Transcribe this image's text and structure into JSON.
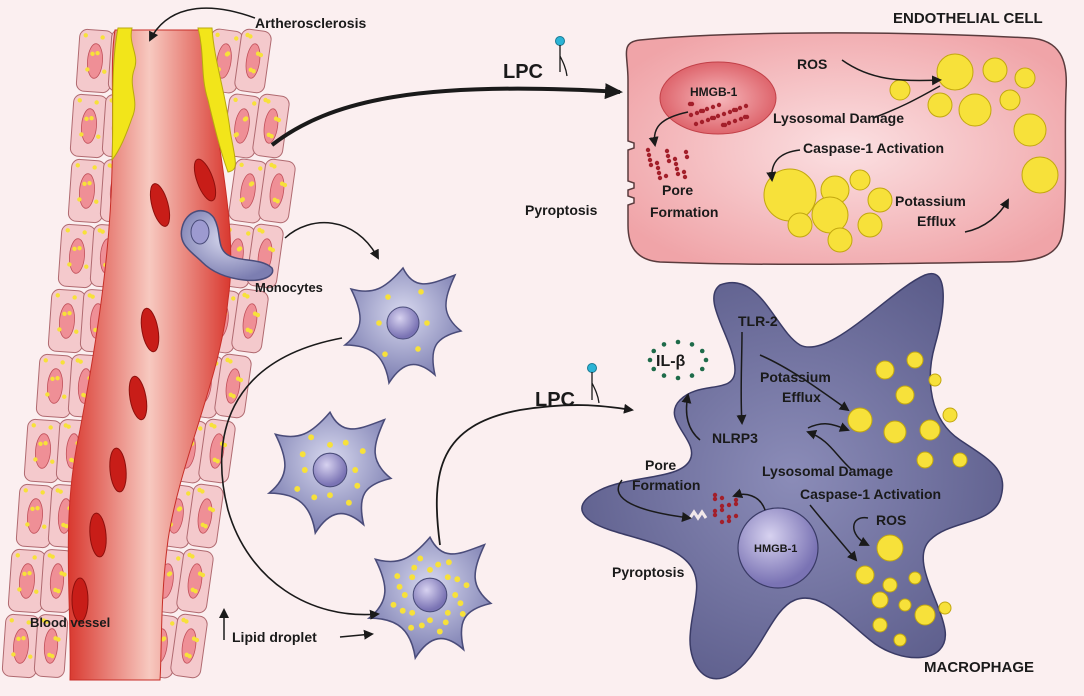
{
  "vessel": {
    "artherosclerosis": "Artherosclerosis",
    "monocytes": "Monocytes",
    "blood_vessel": "Blood vessel",
    "lipid_droplet": "Lipid droplet"
  },
  "endothelial": {
    "title": "ENDOTHELIAL CELL",
    "lpc": "LPC",
    "hmgb1": "HMGB-1",
    "ros": "ROS",
    "lysosomal_damage": "Lysosomal Damage",
    "caspase": "Caspase-1 Activation",
    "pyroptosis": "Pyroptosis",
    "pore_line1": "Pore",
    "pore_line2": "Formation",
    "potassium_line1": "Potassium",
    "potassium_line2": "Efflux"
  },
  "macrophage": {
    "title": "MACROPHAGE",
    "lpc": "LPC",
    "il": "IL-β",
    "tlr2": "TLR-2",
    "potassium_line1": "Potassium",
    "potassium_line2": "Efflux",
    "nlrp3": "NLRP3",
    "pore_line1": "Pore",
    "pore_line2": "Formation",
    "lysosomal_damage": "Lysosomal Damage",
    "caspase": "Caspase-1 Activation",
    "ros": "ROS",
    "hmgb1": "HMGB-1",
    "pyroptosis": "Pyroptosis"
  },
  "colors": {
    "cell_fill": "#f4c9cc",
    "vessel_red": "#e0473f",
    "plaque": "#f2e51a",
    "endothelial_fill": "#f3a9ad",
    "macrophage_fill": "#6e6f9c",
    "lipid": "#f7e13a",
    "dots_red": "#a31f2a",
    "dots_green": "#1e6b4a"
  }
}
